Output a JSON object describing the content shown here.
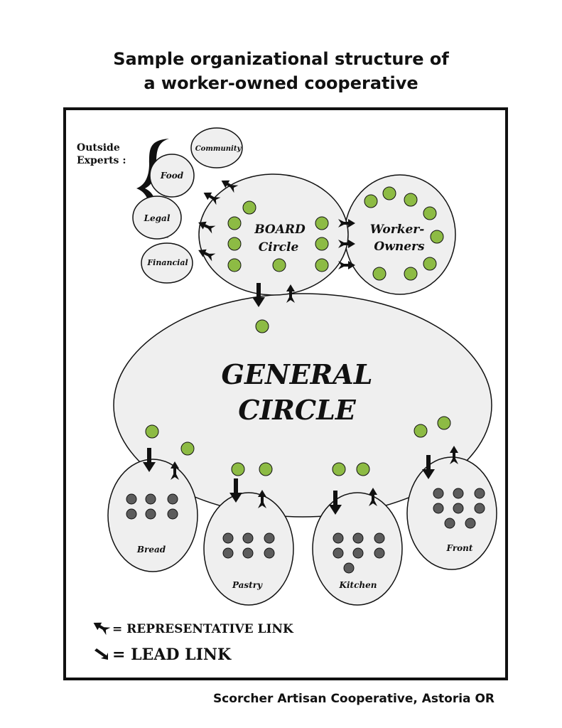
{
  "title": {
    "line1": "Sample organizational structure of",
    "line2": "a worker-owned cooperative"
  },
  "outside_experts": {
    "label_line1": "Outside",
    "label_line2": "Experts :",
    "items": [
      "Community",
      "Food",
      "Legal",
      "Financial"
    ]
  },
  "board": {
    "line1": "BOARD",
    "line2": "Circle"
  },
  "worker_owners": {
    "line1": "Worker-",
    "line2": "Owners"
  },
  "general": {
    "line1": "GENERAL",
    "line2": "CIRCLE"
  },
  "sub_circles": [
    {
      "label": "Bread",
      "members": 6
    },
    {
      "label": "Pastry",
      "members": 6
    },
    {
      "label": "Kitchen",
      "members": 7
    },
    {
      "label": "Front",
      "members": 8
    }
  ],
  "legend": {
    "representative": "= REPRESENTATIVE LINK",
    "lead": "= LEAD LINK"
  },
  "credit": "Scorcher Artisan Cooperative, Astoria OR",
  "colors": {
    "member_green": "#8dbb44",
    "member_gray": "#5c5c5c",
    "circle_fill": "#efefef",
    "outline": "#111111"
  }
}
